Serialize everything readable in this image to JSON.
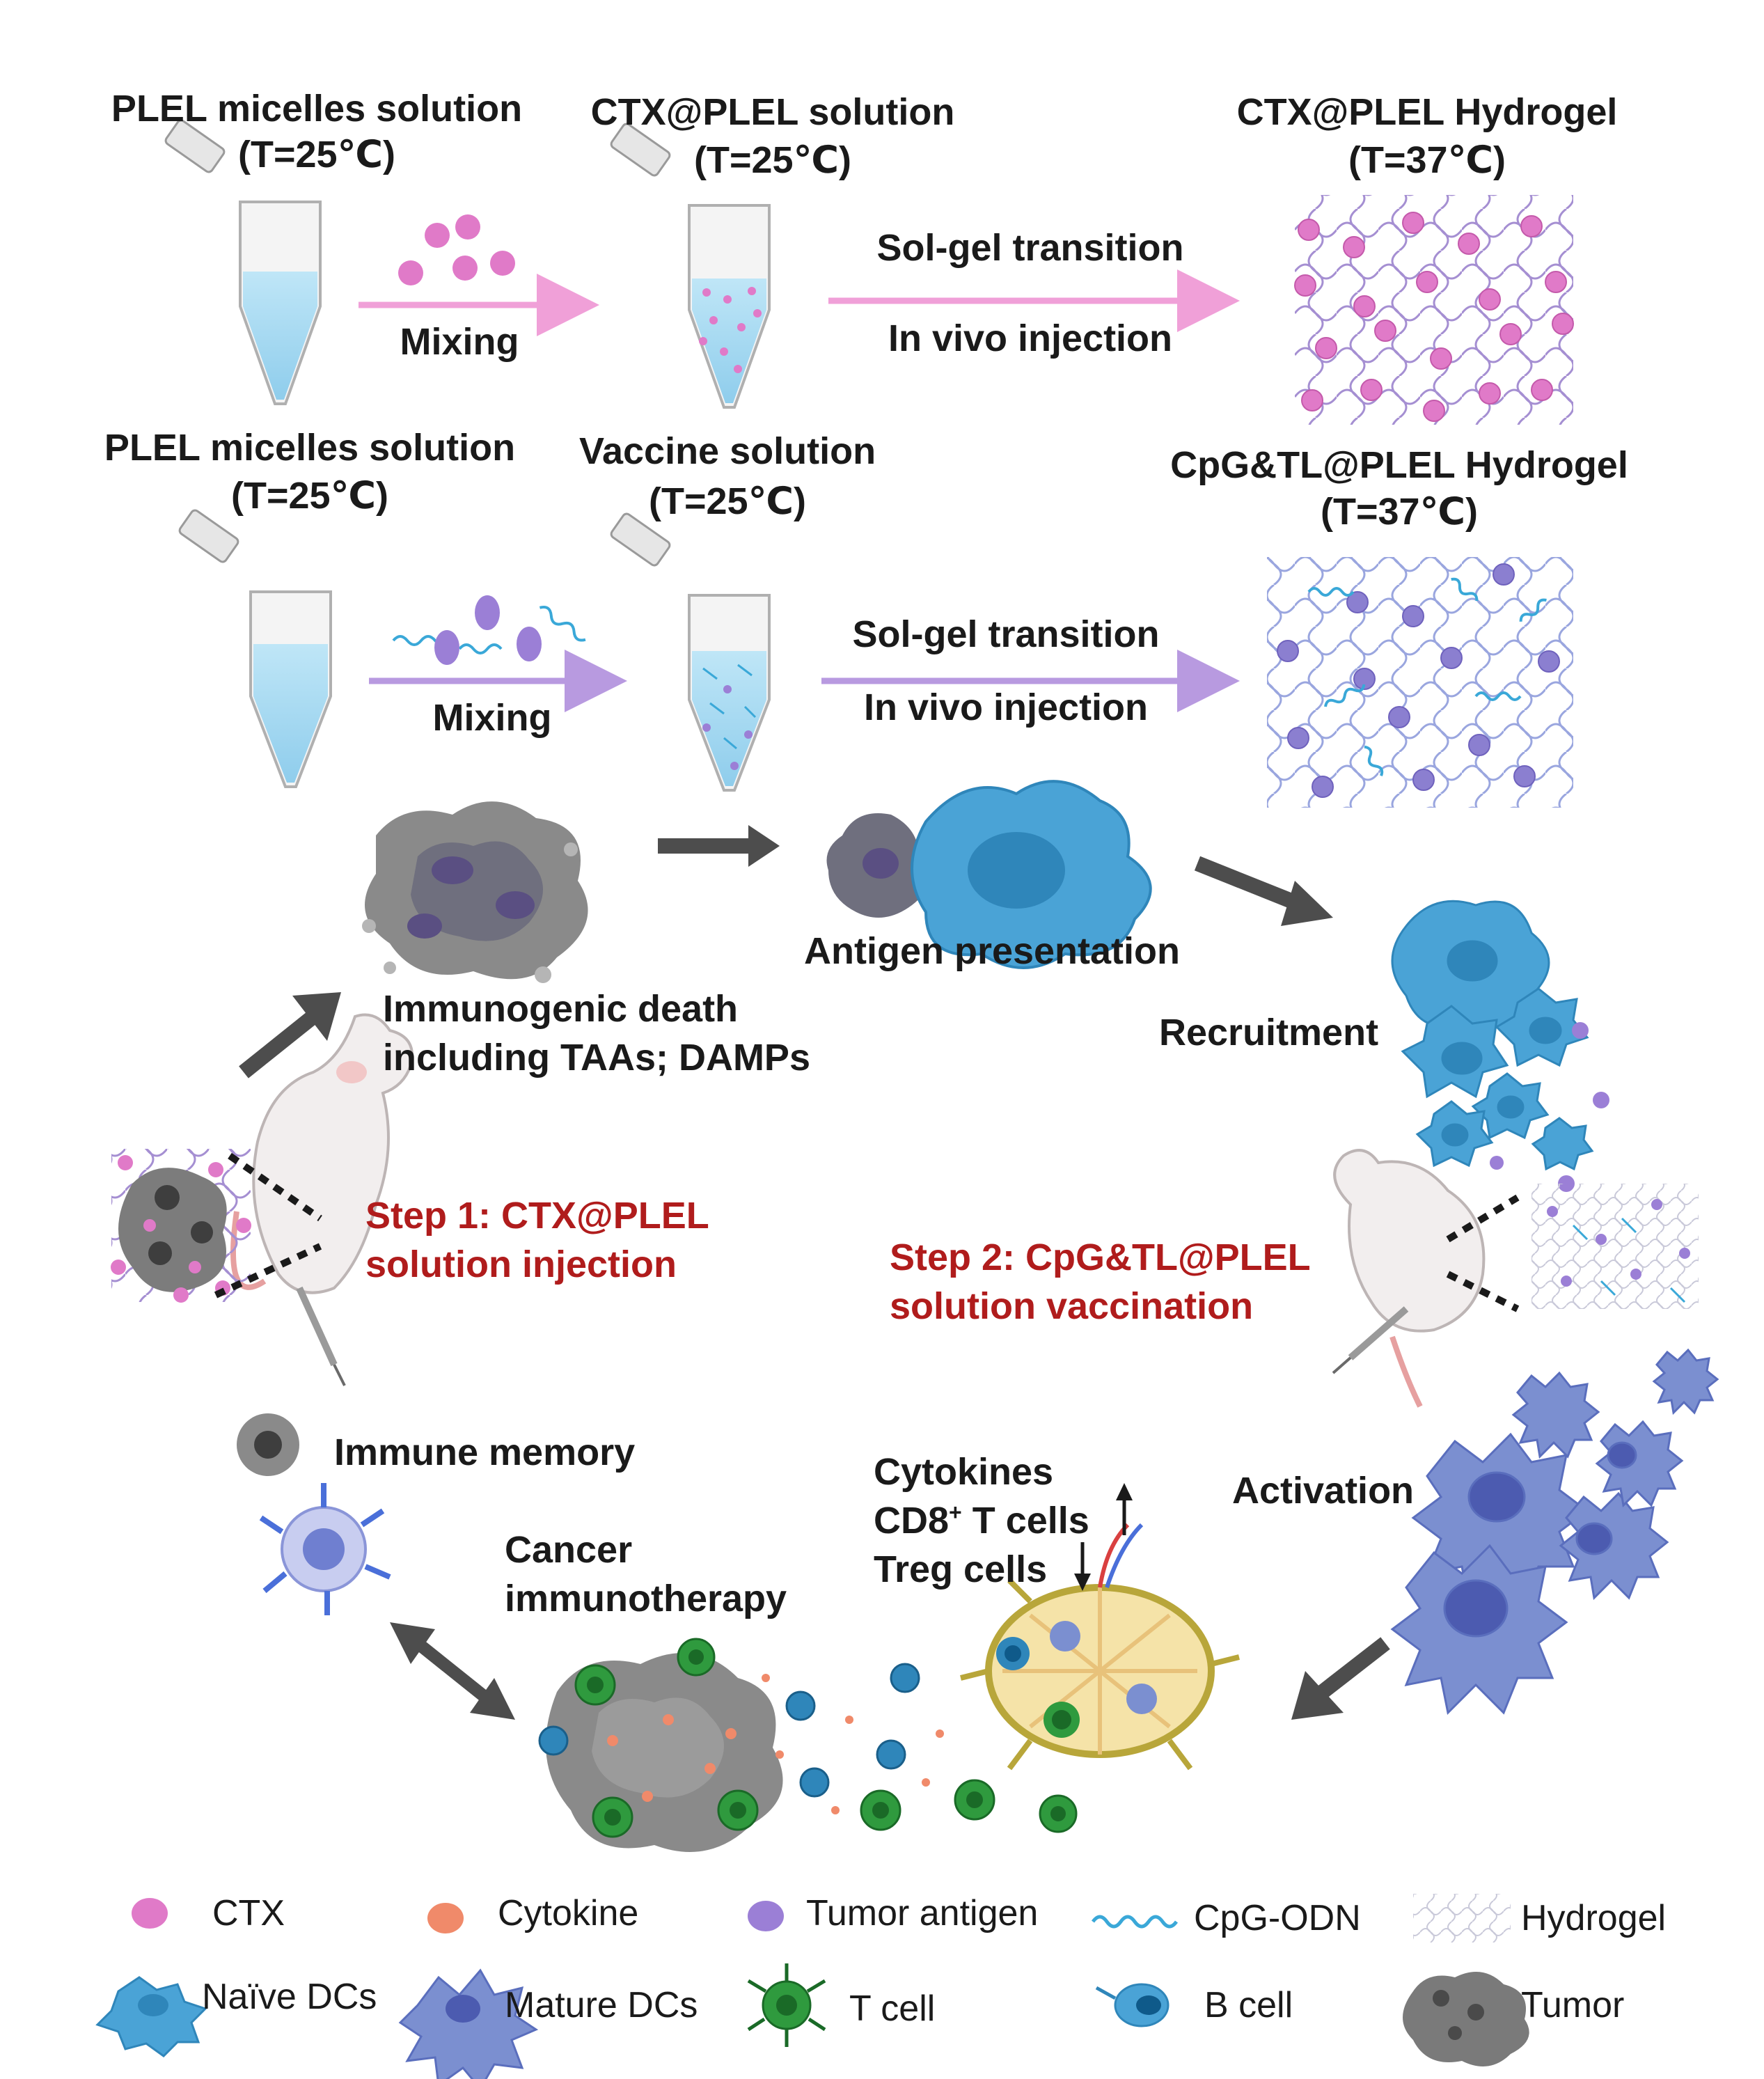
{
  "tube_row1": {
    "tube1_title": "PLEL micelles solution",
    "tube1_temp": "(T=25℃)",
    "tube2_title": "CTX@PLEL solution",
    "tube2_temp": "(T=25℃)",
    "gel_title": "CTX@PLEL  Hydrogel",
    "gel_temp": "(T=37℃)",
    "mixing": "Mixing",
    "transition": "Sol-gel transition",
    "injection": "In vivo injection"
  },
  "tube_row2": {
    "tube1_title": "PLEL micelles solution",
    "tube1_temp": "(T=25℃)",
    "tube2_title": "Vaccine solution",
    "tube2_temp": "(T=25℃)",
    "gel_title": "CpG&TL@PLEL  Hydrogel",
    "gel_temp": "(T=37℃)",
    "mixing": "Mixing",
    "transition": "Sol-gel transition",
    "injection": "In vivo injection"
  },
  "cycle": {
    "death_line1": "Immunogenic death",
    "death_line2": "including TAAs; DAMPs",
    "antigen_presentation": "Antigen presentation",
    "recruitment": "Recruitment",
    "step1_line1": "Step 1: CTX@PLEL",
    "step1_line2": "solution injection",
    "step2_line1": "Step 2: CpG&TL@PLEL",
    "step2_line2": "solution vaccination",
    "immune_memory": "Immune memory",
    "cancer_line1": "Cancer",
    "cancer_line2": "immunotherapy",
    "cytokines": "Cytokines",
    "cd8_prefix": "CD8",
    "cd8_sup": "+",
    "cd8_suffix": " T cells",
    "treg": "Treg cells",
    "activation": "Activation"
  },
  "legend": {
    "ctx": "CTX",
    "cytokine": "Cytokine",
    "tumor_antigen": "Tumor antigen",
    "cpg": "CpG-ODN",
    "hydrogel": "Hydrogel",
    "naive_dcs": "Naïve DCs",
    "mature_dcs": "Mature DCs",
    "t_cell": "T cell",
    "b_cell": "B cell",
    "tumor": "Tumor"
  },
  "colors": {
    "ctx_pink": "#e07ac8",
    "antigen_purple": "#9b7fd6",
    "naive_dc_blue": "#4aa3d6",
    "mature_dc_blue": "#7b8fd0",
    "t_cell_green": "#2f9a3e",
    "cytokine_orange": "#f08a6a",
    "arrow_pink": "#f0a0d8",
    "arrow_purple": "#b89ae0",
    "arrow_dark": "#4d4d4d",
    "step_red": "#b01c1c",
    "tumor_gray": "#7a7a7a"
  }
}
